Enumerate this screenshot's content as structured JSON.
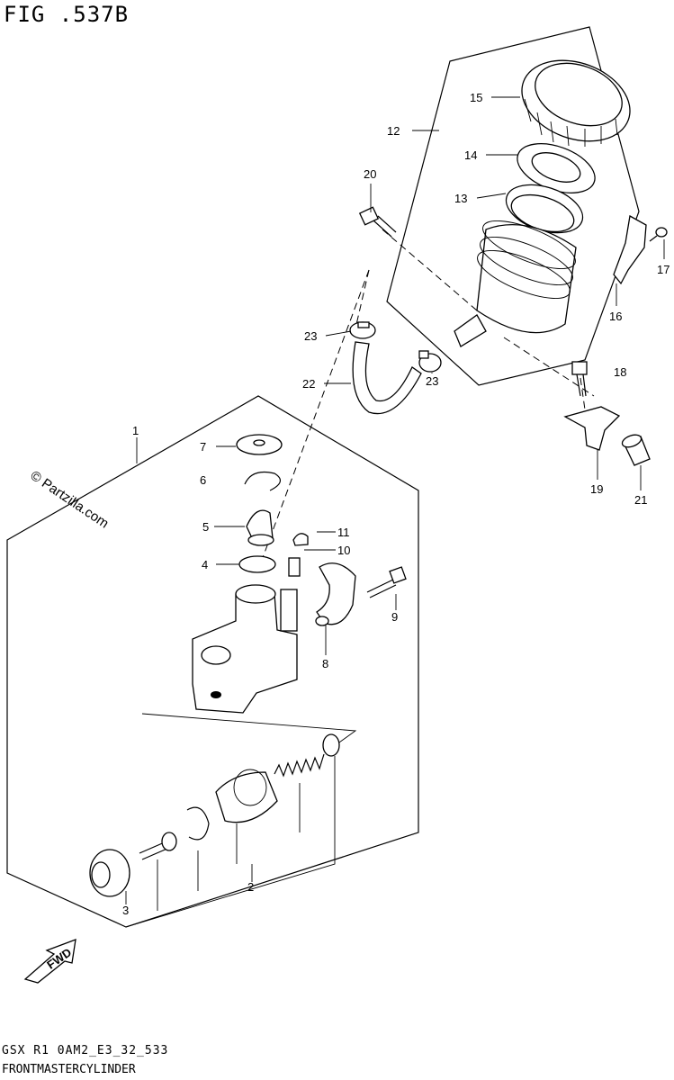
{
  "figure": {
    "title": "FIG .537B",
    "watermark": "© Partzilla.com",
    "footer_code": "GSX R1 0AM2_E3_32_533",
    "footer_name": "FRONTMASTERCYLINDER",
    "fwd_label": "FWD"
  },
  "callouts": [
    {
      "id": "c1",
      "label": "1"
    },
    {
      "id": "c2",
      "label": "2"
    },
    {
      "id": "c3",
      "label": "3"
    },
    {
      "id": "c4",
      "label": "4"
    },
    {
      "id": "c5",
      "label": "5"
    },
    {
      "id": "c6",
      "label": "6"
    },
    {
      "id": "c7",
      "label": "7"
    },
    {
      "id": "c8",
      "label": "8"
    },
    {
      "id": "c9",
      "label": "9"
    },
    {
      "id": "c10",
      "label": "10"
    },
    {
      "id": "c11",
      "label": "11"
    },
    {
      "id": "c12",
      "label": "12"
    },
    {
      "id": "c13",
      "label": "13"
    },
    {
      "id": "c14",
      "label": "14"
    },
    {
      "id": "c15",
      "label": "15"
    },
    {
      "id": "c16",
      "label": "16"
    },
    {
      "id": "c17",
      "label": "17"
    },
    {
      "id": "c18",
      "label": "18"
    },
    {
      "id": "c19",
      "label": "19"
    },
    {
      "id": "c20",
      "label": "20"
    },
    {
      "id": "c21",
      "label": "21"
    },
    {
      "id": "c22",
      "label": "22"
    },
    {
      "id": "c23a",
      "label": "23"
    },
    {
      "id": "c23b",
      "label": "23"
    }
  ]
}
